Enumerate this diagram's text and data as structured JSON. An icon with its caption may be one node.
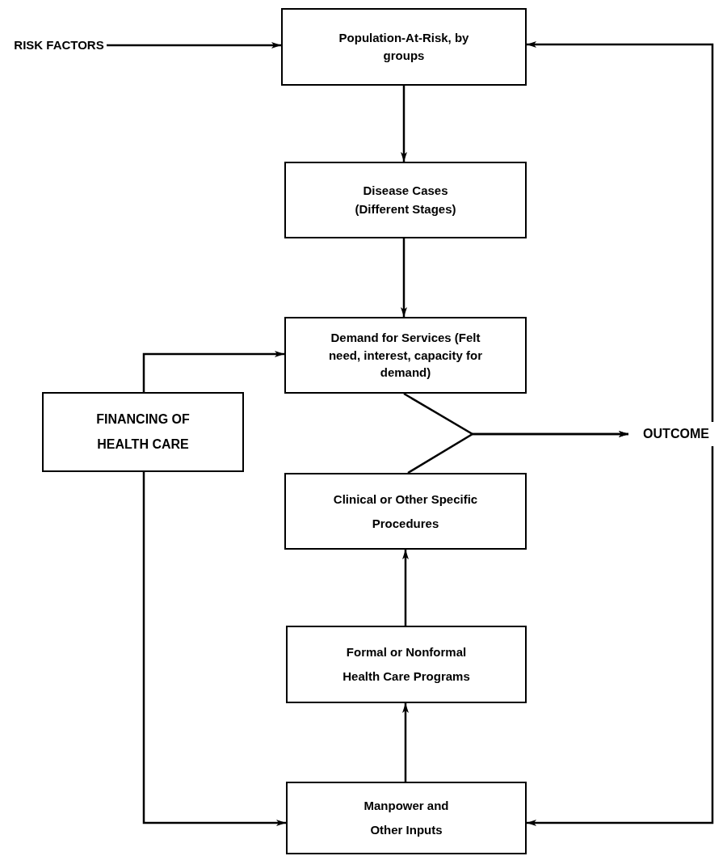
{
  "diagram": {
    "nodes": [
      {
        "text": [
          "RISK FACTORS"
        ]
      },
      {
        "text": [
          "Population-At-Risk, by groups"
        ]
      },
      {
        "text": [
          "Disease Cases (Different Stages)"
        ]
      },
      {
        "text": [
          "Demand for Services (Felt need, interest, capacity for demand)"
        ]
      },
      {
        "text": [
          "FINANCING OF HEALTH CARE"
        ]
      },
      {
        "text": [
          "OUTCOME"
        ]
      },
      {
        "text": [
          "Clinical or Other Specific Procedures"
        ]
      },
      {
        "text": [
          "Formal or Nonformal Health Care Programs"
        ]
      },
      {
        "text": [
          "Manpower and Other Inputs"
        ]
      }
    ],
    "edges": [
      {
        "from": 0,
        "to": 1,
        "arrow": "to"
      },
      {
        "from": 1,
        "to": 2,
        "arrow": "to"
      },
      {
        "from": 2,
        "to": 3,
        "arrow": "to"
      },
      {
        "from": 4,
        "to": 3,
        "arrow": "to"
      },
      {
        "from": 3,
        "to": 5,
        "arrow": "to"
      },
      {
        "from": 6,
        "to": 5,
        "arrow": "to"
      },
      {
        "from": 7,
        "to": 6,
        "arrow": "to"
      },
      {
        "from": 8,
        "to": 7,
        "arrow": "to"
      },
      {
        "from": 4,
        "to": 8,
        "arrow": "to"
      },
      {
        "from": 5,
        "to": 1,
        "arrow": "to"
      },
      {
        "from": 5,
        "to": 8,
        "arrow": "to"
      }
    ]
  }
}
